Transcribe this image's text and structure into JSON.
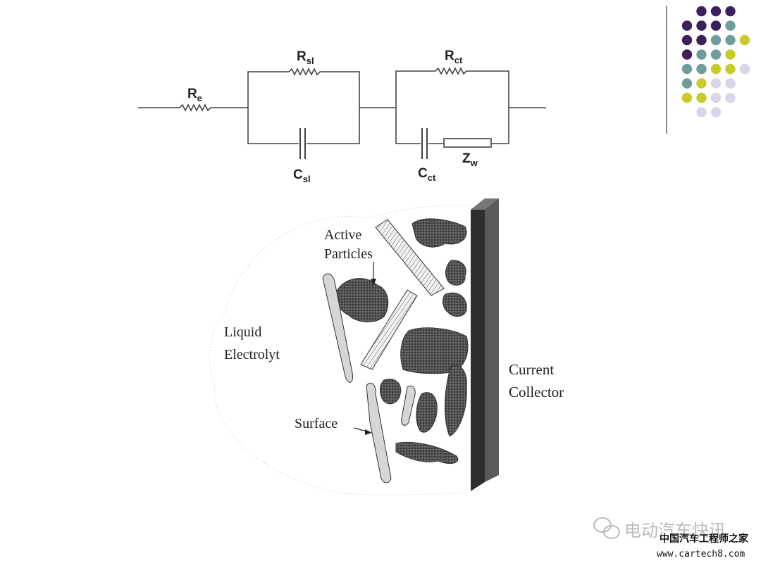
{
  "circuit": {
    "resistor_re": "R",
    "resistor_re_sub": "e",
    "resistor_rsl": "R",
    "resistor_rsl_sub": "sl",
    "capacitor_csl": "C",
    "capacitor_csl_sub": "sl",
    "resistor_rct": "R",
    "resistor_rct_sub": "ct",
    "capacitor_cct": "C",
    "capacitor_cct_sub": "ct",
    "warburg_zw": "Z",
    "warburg_zw_sub": "w"
  },
  "electrode": {
    "active_particles_line1": "Active",
    "active_particles_line2": "Particles",
    "liquid_electrolyte_line1": "Liquid",
    "liquid_electrolyte_line2": "Electrolyt",
    "surface": "Surface",
    "current_collector_line1": "Current",
    "current_collector_line2": "Collector"
  },
  "watermark": {
    "channel": "电动汽车快讯",
    "site_name": "中国汽车工程师之家",
    "url": "www.cartech8.com"
  },
  "colors": {
    "dot_purple": "#3d1f5e",
    "dot_teal": "#6e9e9c",
    "dot_olive": "#c9cb2a",
    "dot_lavender": "#d9d6ea",
    "particle_dark": "#4a4a4a",
    "particle_light": "#d8d8d8",
    "collector": "#444444"
  }
}
